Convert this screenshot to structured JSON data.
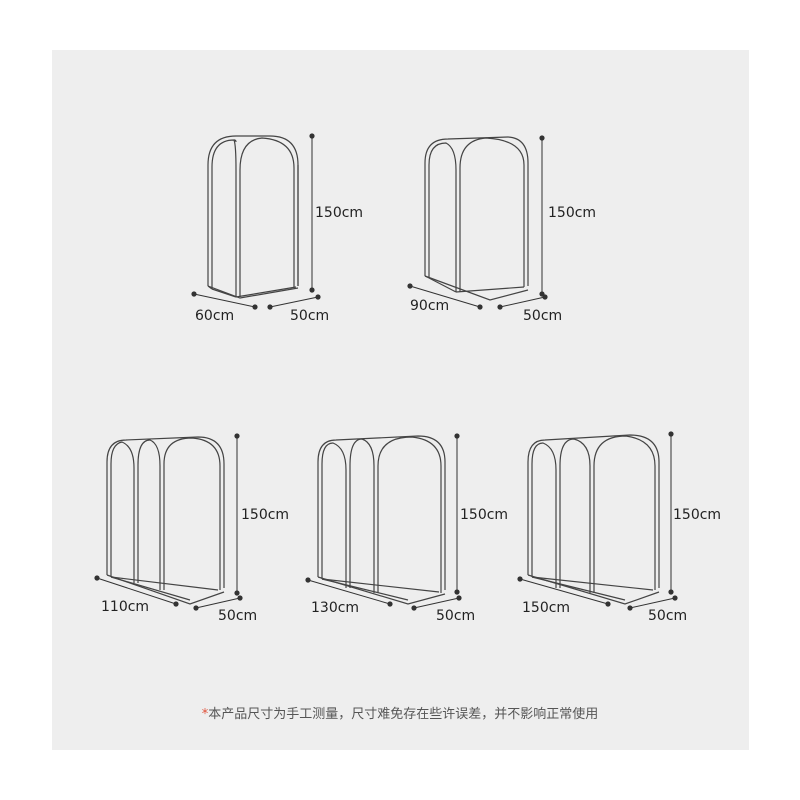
{
  "products": [
    {
      "width": "60cm",
      "depth": "50cm",
      "height": "150cm"
    },
    {
      "width": "90cm",
      "depth": "50cm",
      "height": "150cm"
    },
    {
      "width": "110cm",
      "depth": "50cm",
      "height": "150cm"
    },
    {
      "width": "130cm",
      "depth": "50cm",
      "height": "150cm"
    },
    {
      "width": "150cm",
      "depth": "50cm",
      "height": "150cm"
    }
  ],
  "note": {
    "marker": "*",
    "text": "本产品尺寸为手工测量，尺寸难免存在些许误差，并不影响正常使用"
  },
  "colors": {
    "line": "#444444",
    "background": "#eeeeee",
    "marker": "#e0523a"
  }
}
